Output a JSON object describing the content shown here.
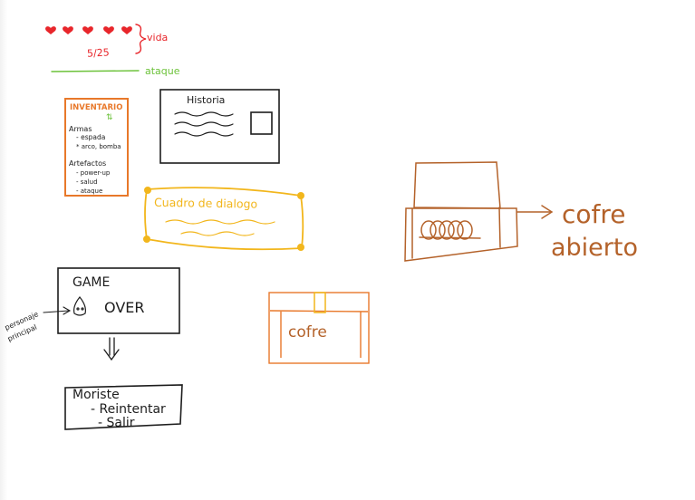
{
  "colors": {
    "red": "#e8262b",
    "green": "#6cc23a",
    "orange": "#e8782a",
    "yellow": "#f2b61c",
    "brown": "#b4622a",
    "black": "#1d1d1d"
  },
  "hud": {
    "hearts": 5,
    "counter": "5/25",
    "vida_label": "vida",
    "ataque_label": "ataque"
  },
  "inventario": {
    "title": "INVENTARIO",
    "armas_label": "Armas",
    "armas_items": [
      "- espada",
      "* arco, bomba"
    ],
    "artefactos_label": "Artefactos",
    "artefactos_items": [
      "- power-up",
      "- salud",
      "- ataque"
    ]
  },
  "historia": {
    "title": "Historia"
  },
  "dialogo": {
    "text": "Cuadro de dialogo"
  },
  "cofre_abierto": {
    "arrow_label_line1": "cofre",
    "arrow_label_line2": "abierto"
  },
  "cofre": {
    "label": "cofre"
  },
  "game_over": {
    "line1": "GAME",
    "line2": "OVER",
    "side_label_line1": "personaje",
    "side_label_line2": "principal"
  },
  "moriste": {
    "title": "Moriste",
    "options": [
      "- Reintentar",
      "- Salir"
    ]
  }
}
